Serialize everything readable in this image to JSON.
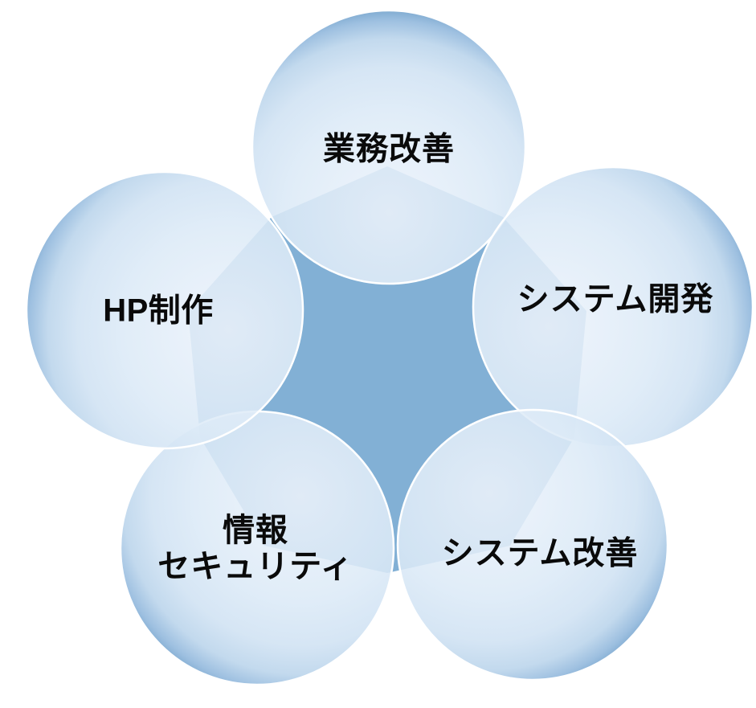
{
  "diagram": {
    "type": "venn-flower",
    "node_count": 5,
    "nodes": [
      {
        "id": "top",
        "label": "業務改善"
      },
      {
        "id": "right",
        "label": "システム開発"
      },
      {
        "id": "bottom-right",
        "label": "システム改善"
      },
      {
        "id": "bottom-left",
        "label": "情報セキュリティ",
        "lines": [
          "情報",
          "セキュリティ"
        ]
      },
      {
        "id": "left",
        "label": "HP制作"
      }
    ],
    "colors": {
      "background": "#FFFFFF",
      "center_fill": "#82B0D5",
      "circle_inner": "#EDF3FB",
      "circle_mid": "#D0E2F3",
      "circle_rim": "#6FA0CB",
      "circle_edge_fringe": "#FFFFFF",
      "text": "#0A0A0A"
    }
  }
}
